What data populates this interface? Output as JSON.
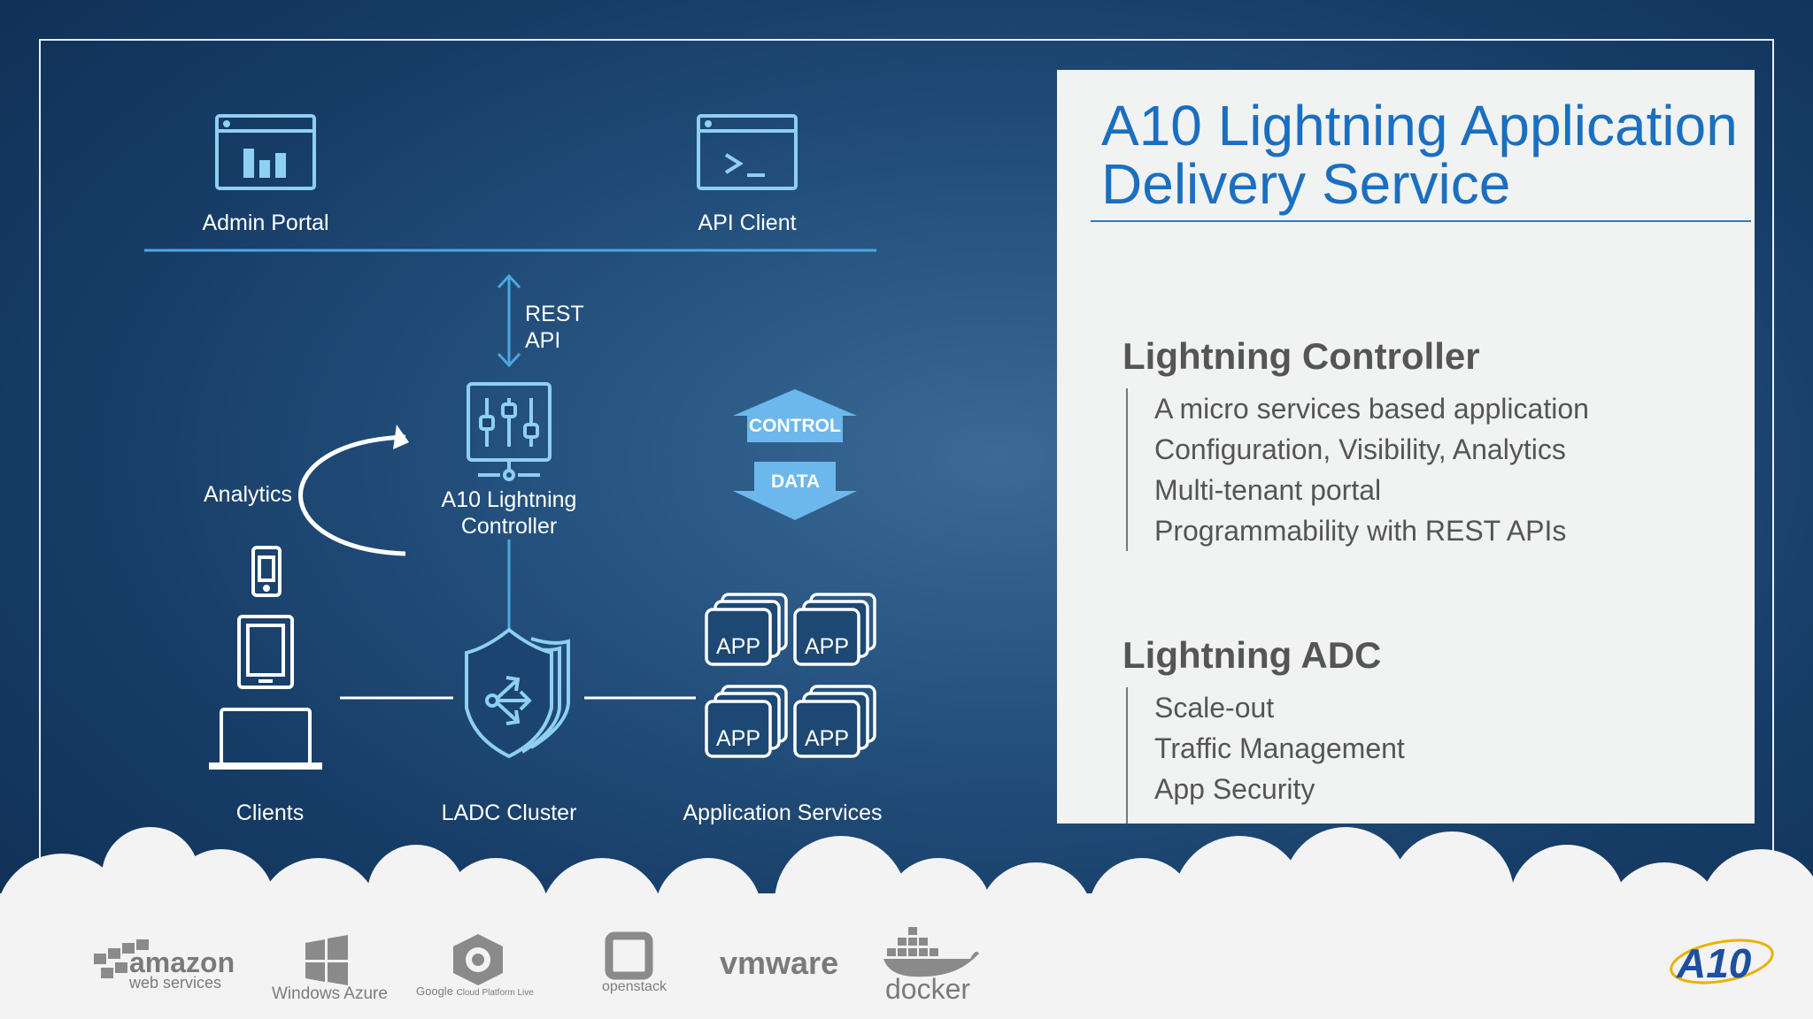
{
  "diagram": {
    "admin_portal": "Admin Portal",
    "api_client": "API Client",
    "rest_api_line1": "REST",
    "rest_api_line2": "API",
    "controller_line1": "A10 Lightning",
    "controller_line2": "Controller",
    "analytics": "Analytics",
    "control": "CONTROL",
    "data": "DATA",
    "app_label": "APP",
    "clients": "Clients",
    "ladc_cluster": "LADC Cluster",
    "application_services": "Application Services"
  },
  "panel": {
    "title_line1": "A10 Lightning Application",
    "title_line2": "Delivery Service",
    "sections": [
      {
        "heading": "Lightning Controller",
        "items": [
          "A micro services based application",
          "Configuration, Visibility, Analytics",
          "Multi-tenant portal",
          "Programmability with REST APIs"
        ]
      },
      {
        "heading": "Lightning ADC",
        "items": [
          "Scale-out",
          "Traffic Management",
          "App Security"
        ]
      }
    ]
  },
  "footer": {
    "amazon_main": "amazon",
    "amazon_sub": "web services",
    "azure": "Windows Azure",
    "google": "Google",
    "google_sub": "Cloud Platform Live",
    "openstack": "openstack",
    "vmware": "vmware",
    "docker": "docker",
    "a10": "A10"
  },
  "colors": {
    "accent": "#1a6fc0",
    "icon": "#8fd0f2",
    "line": "#4aa8de"
  }
}
